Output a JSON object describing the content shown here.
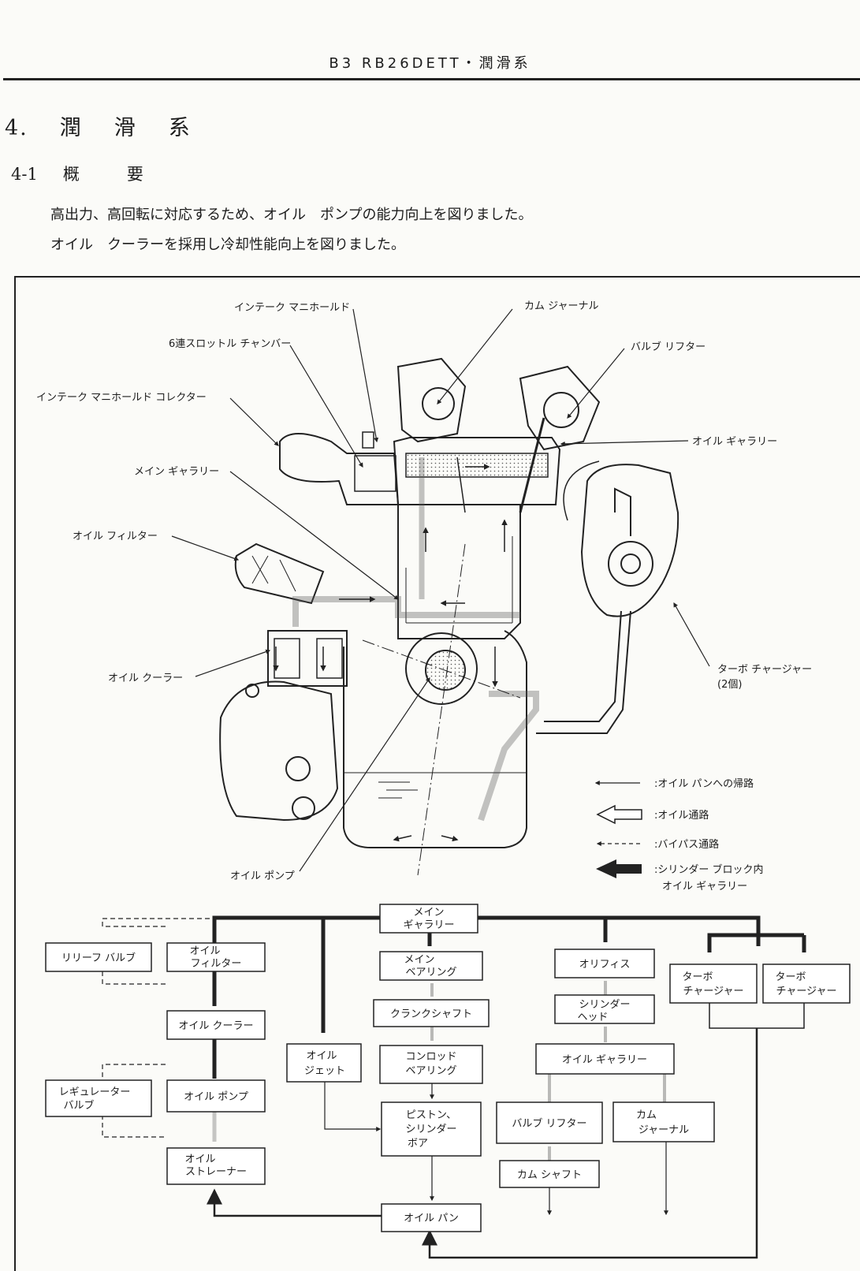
{
  "header": "B3 RB26DETT・潤滑系",
  "section": {
    "num": "4.",
    "title": [
      "潤",
      "滑",
      "系"
    ]
  },
  "subsection": {
    "num": "4-1",
    "title": [
      "概",
      "要"
    ]
  },
  "paragraphs": [
    "高出力、高回転に対応するため、オイル　ポンプの能力向上を図りました。",
    "オイル　クーラーを採用し冷却性能向上を図りました。"
  ],
  "diagram_labels": {
    "intake_manifold": "インテーク マニホールド",
    "throttle_chamber": "6連スロットル チャンバー",
    "manifold_collector": "インテーク マニホールド コレクター",
    "main_gallery": "メイン ギャラリー",
    "oil_filter": "オイル フィルター",
    "oil_cooler": "オイル クーラー",
    "oil_pump": "オイル ポンプ",
    "cam_journal": "カム ジャーナル",
    "valve_lifter": "バルブ リフター",
    "oil_gallery": "オイル ギャラリー",
    "turbo": "ターボ チャージャー",
    "turbo_count": "(2個)"
  },
  "legend": [
    {
      "style": "thin",
      "label": ":オイル パンへの帰路"
    },
    {
      "style": "hollow",
      "label": ":オイル通路"
    },
    {
      "style": "dashed",
      "label": ":バイパス通路"
    },
    {
      "style": "thick",
      "label": ":シリンダー ブロック内"
    },
    {
      "style": "thick-cont",
      "label": "オイル ギャラリー"
    }
  ],
  "flow": {
    "main_gallery": [
      "メイン",
      "ギャラリー"
    ],
    "relief_valve": [
      "リリーフ バルブ"
    ],
    "oil_filter": [
      "オイル",
      "フィルター"
    ],
    "oil_cooler": [
      "オイル クーラー"
    ],
    "regulator_valve": [
      "レギュレーター",
      "バルブ"
    ],
    "oil_pump": [
      "オイル ポンプ"
    ],
    "oil_strainer": [
      "オイル",
      "ストレーナー"
    ],
    "oil_jet": [
      "オイル",
      "ジェット"
    ],
    "main_bearing": [
      "メイン",
      "ベアリング"
    ],
    "crankshaft": [
      "クランクシャフト"
    ],
    "conrod_bearing": [
      "コンロッド",
      "ベアリング"
    ],
    "piston_bore": [
      "ピストン、",
      "シリンダー",
      "ボア"
    ],
    "orifice": [
      "オリフィス"
    ],
    "cylinder_head": [
      "シリンダー",
      "ヘッド"
    ],
    "oil_gallery": [
      "オイル ギャラリー"
    ],
    "valve_lifter": [
      "バルブ リフター"
    ],
    "cam_journal": [
      "カム",
      "ジャーナル"
    ],
    "camshaft": [
      "カム シャフト"
    ],
    "turbo1": [
      "ターボ",
      "チャージャー"
    ],
    "turbo2": [
      "ターボ",
      "チャージャー"
    ],
    "oil_pan": [
      "オイル パン"
    ]
  }
}
